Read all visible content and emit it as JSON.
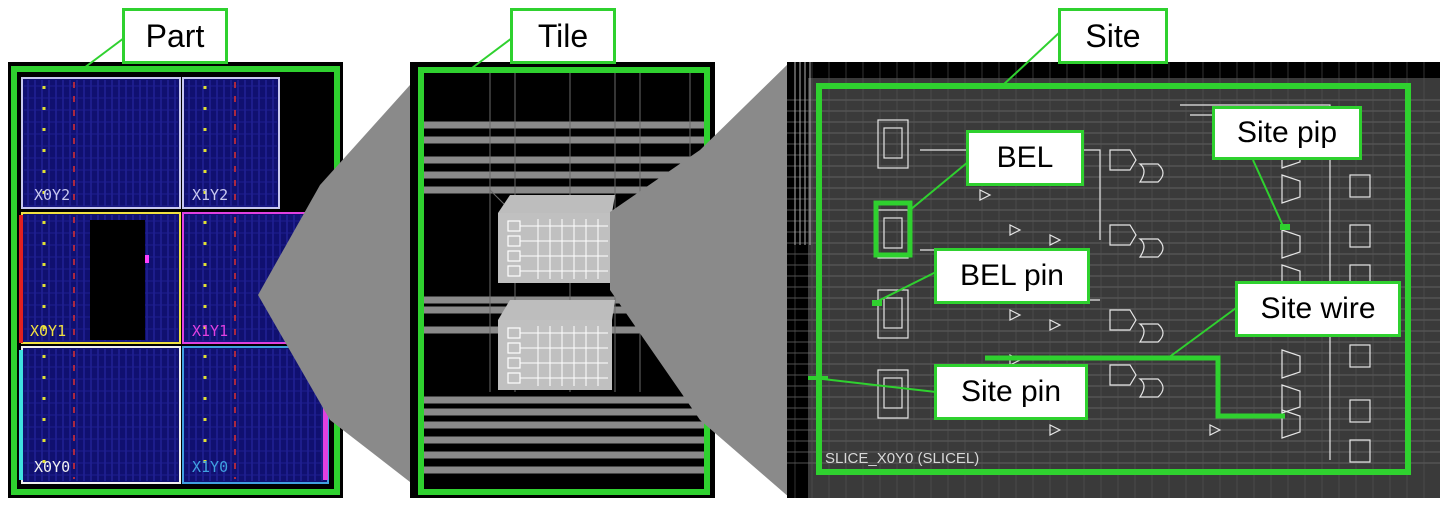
{
  "labels": {
    "part": "Part",
    "tile": "Tile",
    "site": "Site",
    "bel": "BEL",
    "site_pip": "Site pip",
    "bel_pin": "BEL pin",
    "site_wire": "Site wire",
    "site_pin": "Site pin"
  },
  "clock_regions": [
    {
      "name": "X0Y2",
      "color": "#c8c8f0"
    },
    {
      "name": "X1Y2",
      "color": "#c8c8f0"
    },
    {
      "name": "X0Y1",
      "color": "#f0e040"
    },
    {
      "name": "X1Y1",
      "color": "#e040e0"
    },
    {
      "name": "X0Y0",
      "color": "#f0f0f0"
    },
    {
      "name": "X1Y0",
      "color": "#40a0e0"
    }
  ],
  "site_caption": "SLICE_X0Y0 (SLICEL)",
  "colors": {
    "accent": "#2fd12f",
    "device_bg": "#000000",
    "fabric": "#101070",
    "site_bg": "#3a3a3a",
    "zoom_wedge": "#8a8a8a"
  }
}
